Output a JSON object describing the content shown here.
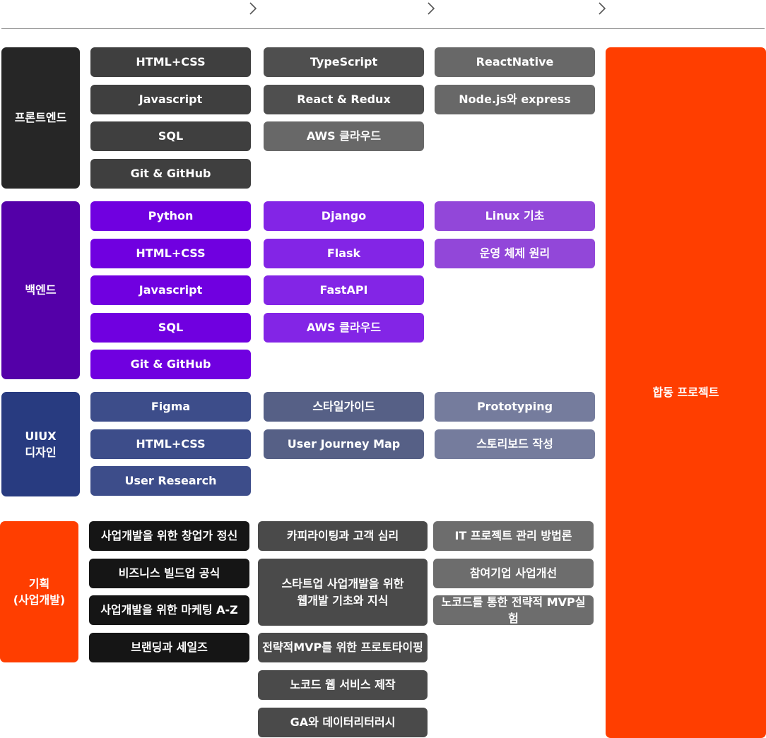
{
  "header": {
    "chevron_icon": "chevron-right-icon"
  },
  "categories": {
    "frontend": "프론트엔드",
    "backend": "백엔드",
    "uiux": "UIUX\n디자인",
    "planning": "기획\n(사업개발)"
  },
  "project": {
    "label": "합동 프로젝트"
  },
  "frontend": {
    "col1": [
      "HTML+CSS",
      "Javascript",
      "SQL",
      "Git & GitHub"
    ],
    "col2": [
      "TypeScript",
      "React & Redux",
      "AWS 클라우드"
    ],
    "col3": [
      "ReactNative",
      "Node.js와 express"
    ]
  },
  "backend": {
    "col1": [
      "Python",
      "HTML+CSS",
      "Javascript",
      "SQL",
      "Git & GitHub"
    ],
    "col2": [
      "Django",
      "Flask",
      "FastAPI",
      "AWS 클라우드"
    ],
    "col3": [
      "Linux 기초",
      "운영 체제 원리"
    ]
  },
  "uiux": {
    "col1": [
      "Figma",
      "HTML+CSS",
      "User Research"
    ],
    "col2": [
      "스타일가이드",
      "User Journey Map"
    ],
    "col3": [
      "Prototyping",
      "스토리보드 작성"
    ]
  },
  "planning": {
    "col1": [
      "사업개발을 위한 창업가 정신",
      "비즈니스 빌드업 공식",
      "사업개발을 위한 마케팅 A-Z",
      "브랜딩과 세일즈"
    ],
    "col2": [
      "카피라이팅과 고객 심리",
      "스타트업 사업개발을 위한\n웹개발 기초와 지식",
      "전략적MVP를 위한 프로토타이핑",
      "노코드 웹 서비스 제작",
      "GA와 데이터리터러시"
    ],
    "col3": [
      "IT 프로젝트 관리 방법론",
      "참여기업 사업개선",
      "노코드를 통한 전략적 MVP실험"
    ]
  },
  "colors": {
    "frontend_category": "#262626",
    "backend_category": "#5400a8",
    "uiux_category": "#283b80",
    "planning_category": "#ff3e00",
    "project": "#ff3e00"
  }
}
